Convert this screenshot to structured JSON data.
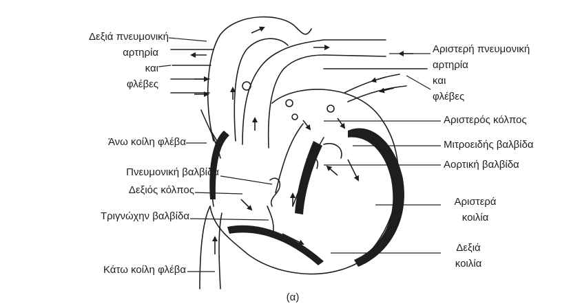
{
  "labels": {
    "right_pulmonary_1": "Δεξιά πνευμονική",
    "right_pulmonary_2": "αρτηρία",
    "right_pulmonary_3": "και",
    "right_pulmonary_4": "φλέβες",
    "left_pulmonary_1": "Αριστερή πνευμονική",
    "left_pulmonary_2": "αρτηρία",
    "left_pulmonary_3": "και",
    "left_pulmonary_4": "φλέβες",
    "left_atrium": "Αριστερός κόλπος",
    "superior_vena_cava": "Άνω κοίλη φλέβα",
    "mitral_valve": "Μιτροειδής βαλβίδα",
    "pulmonary_valve": "Πνευμονική βαλβίδα",
    "aortic_valve": "Αορτική βαλβίδα",
    "right_atrium": "Δεξιός κόλπος",
    "tricuspid_valve": "Τριγνώχην βαλβίδα",
    "left_ventricle_1": "Αριστερά",
    "left_ventricle_2": "κοιλία",
    "right_ventricle_1": "Δεξιά",
    "right_ventricle_2": "κοιλία",
    "inferior_vena_cava": "Κάτω κοίλη φλέβα"
  },
  "caption": "(α)",
  "colors": {
    "ink": "#1e1e1e",
    "background": "#ffffff"
  }
}
